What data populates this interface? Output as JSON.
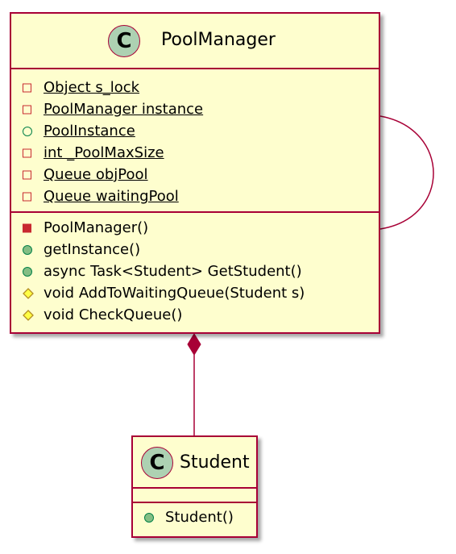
{
  "colors": {
    "class_fill": "#FEFECE",
    "border": "#A80036",
    "class_icon": "#ADD1B2",
    "private": "#C82930",
    "public": "#038048",
    "public_fill": "#84BE84",
    "protected": "#B38D22",
    "protected_fill": "#FFFF44"
  },
  "pool_manager": {
    "icon_letter": "C",
    "name": "PoolManager",
    "fields": [
      {
        "visibility": "private",
        "text": "Object s_lock",
        "static": true
      },
      {
        "visibility": "private",
        "text": "PoolManager instance",
        "static": true
      },
      {
        "visibility": "public",
        "text": "PoolInstance",
        "static": true
      },
      {
        "visibility": "private",
        "text": "int _PoolMaxSize",
        "static": true
      },
      {
        "visibility": "private",
        "text": "Queue objPool",
        "static": true
      },
      {
        "visibility": "private",
        "text": "Queue waitingPool",
        "static": true
      }
    ],
    "methods": [
      {
        "visibility": "private",
        "text": "PoolManager()"
      },
      {
        "visibility": "public",
        "text": "getInstance()"
      },
      {
        "visibility": "public",
        "text": "async Task<Student> GetStudent()"
      },
      {
        "visibility": "protected",
        "text": "void AddToWaitingQueue(Student s)"
      },
      {
        "visibility": "protected",
        "text": "void CheckQueue()"
      }
    ]
  },
  "student": {
    "icon_letter": "C",
    "name": "Student",
    "fields": [],
    "methods": [
      {
        "visibility": "public",
        "text": "Student()"
      }
    ]
  },
  "relations": [
    {
      "from": "PoolManager",
      "to": "Student",
      "type": "composition"
    },
    {
      "from": "PoolManager",
      "to": "PoolManager",
      "type": "self-association"
    }
  ]
}
